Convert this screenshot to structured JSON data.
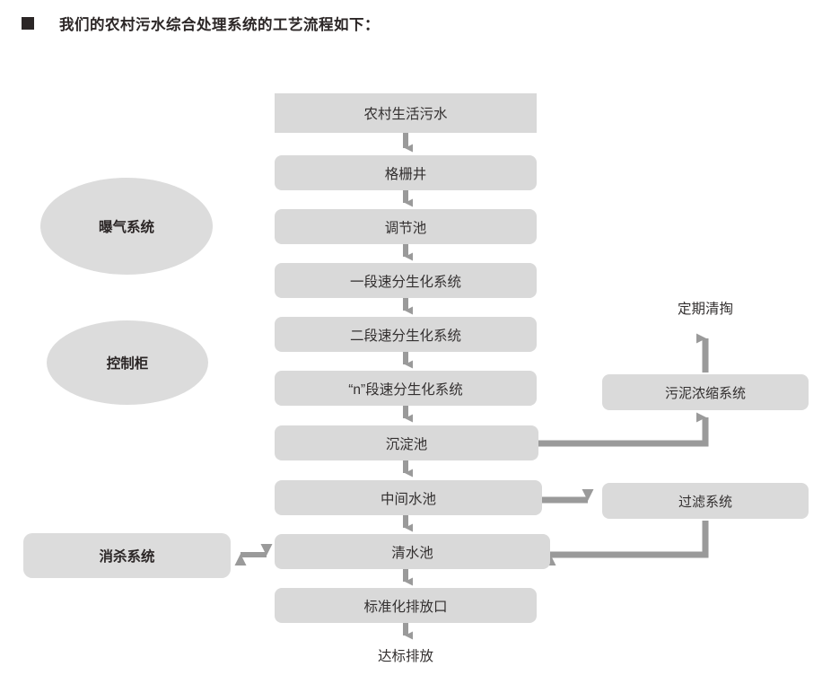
{
  "header": {
    "bullet": "square-bullet-icon",
    "title": "我们的农村污水综合处理系统的工艺流程如下："
  },
  "colors": {
    "node_fill": "#d9d9d9",
    "ellipse_fill": "#dcdcdc",
    "connector": "#9a9a9a",
    "text": "#333030",
    "header_text": "#2b2626",
    "page_background": "#ffffff"
  },
  "flow": {
    "main_chain": [
      {
        "id": "influent",
        "label": "农村生活污水",
        "shape": "rectangle"
      },
      {
        "id": "grille-well",
        "label": "格栅井",
        "shape": "rounded-rectangle"
      },
      {
        "id": "equal-tank",
        "label": "调节池",
        "shape": "rounded-rectangle"
      },
      {
        "id": "bio-stage-1",
        "label": "一段速分生化系统",
        "shape": "rounded-rectangle"
      },
      {
        "id": "bio-stage-2",
        "label": "二段速分生化系统",
        "shape": "rounded-rectangle"
      },
      {
        "id": "bio-stage-n",
        "label": "“n”段速分生化系统",
        "shape": "rounded-rectangle"
      },
      {
        "id": "sediment-tank",
        "label": "沉淀池",
        "shape": "rounded-rectangle"
      },
      {
        "id": "middle-tank",
        "label": "中间水池",
        "shape": "rounded-rectangle"
      },
      {
        "id": "clear-tank",
        "label": "清水池",
        "shape": "rounded-rectangle"
      },
      {
        "id": "outlet",
        "label": "标准化排放口",
        "shape": "rounded-rectangle"
      }
    ],
    "terminal_label": "达标排放",
    "left_modules": [
      {
        "id": "aeration-system",
        "label": "曝气系统",
        "shape": "ellipse"
      },
      {
        "id": "control-cabinet",
        "label": "控制柜",
        "shape": "ellipse"
      },
      {
        "id": "disinfection-system",
        "label": "消杀系统",
        "shape": "pill"
      }
    ],
    "right_modules": [
      {
        "id": "sludge-thickening",
        "label": "污泥浓缩系统",
        "shape": "rounded-rectangle"
      },
      {
        "id": "filtration-system",
        "label": "过滤系统",
        "shape": "rounded-rectangle"
      }
    ],
    "right_terminal_label": "定期清掏",
    "connections": [
      {
        "from": "influent",
        "to": "grille-well",
        "type": "arrow-down"
      },
      {
        "from": "grille-well",
        "to": "equal-tank",
        "type": "arrow-down"
      },
      {
        "from": "equal-tank",
        "to": "bio-stage-1",
        "type": "arrow-down"
      },
      {
        "from": "bio-stage-1",
        "to": "bio-stage-2",
        "type": "arrow-down"
      },
      {
        "from": "bio-stage-2",
        "to": "bio-stage-n",
        "type": "arrow-down"
      },
      {
        "from": "bio-stage-n",
        "to": "sediment-tank",
        "type": "arrow-down"
      },
      {
        "from": "sediment-tank",
        "to": "middle-tank",
        "type": "arrow-down"
      },
      {
        "from": "middle-tank",
        "to": "clear-tank",
        "type": "arrow-down"
      },
      {
        "from": "clear-tank",
        "to": "outlet",
        "type": "arrow-down"
      },
      {
        "from": "outlet",
        "to": "达标排放",
        "type": "arrow-down"
      },
      {
        "from": "sediment-tank",
        "to": "sludge-thickening",
        "type": "elbow-right-up"
      },
      {
        "from": "sludge-thickening",
        "to": "定期清掏",
        "type": "arrow-up"
      },
      {
        "from": "middle-tank",
        "to": "filtration-system",
        "type": "arrow-right"
      },
      {
        "from": "filtration-system",
        "to": "clear-tank",
        "type": "elbow-down-left"
      },
      {
        "from": "disinfection-system",
        "to": "clear-tank",
        "type": "arrow-bidirectional"
      }
    ]
  }
}
